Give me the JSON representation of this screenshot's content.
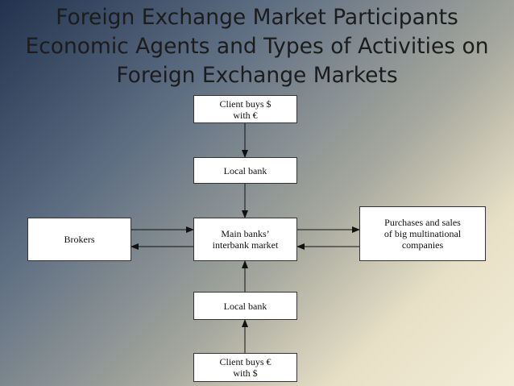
{
  "title": {
    "line1": "Foreign Exchange Market Participants",
    "line2": "Economic Agents and Types of Activities on",
    "line3": "Foreign Exchange Markets"
  },
  "nodes": {
    "client_top": "Client buys $\nwith €",
    "local_bank_top": "Local bank",
    "brokers": "Brokers",
    "main_banks": "Main banks’\ninterbank market",
    "multinationals": "Purchases and sales\nof big multinational\ncompanies",
    "local_bank_bottom": "Local bank",
    "client_bottom": "Client buys €\nwith $"
  }
}
